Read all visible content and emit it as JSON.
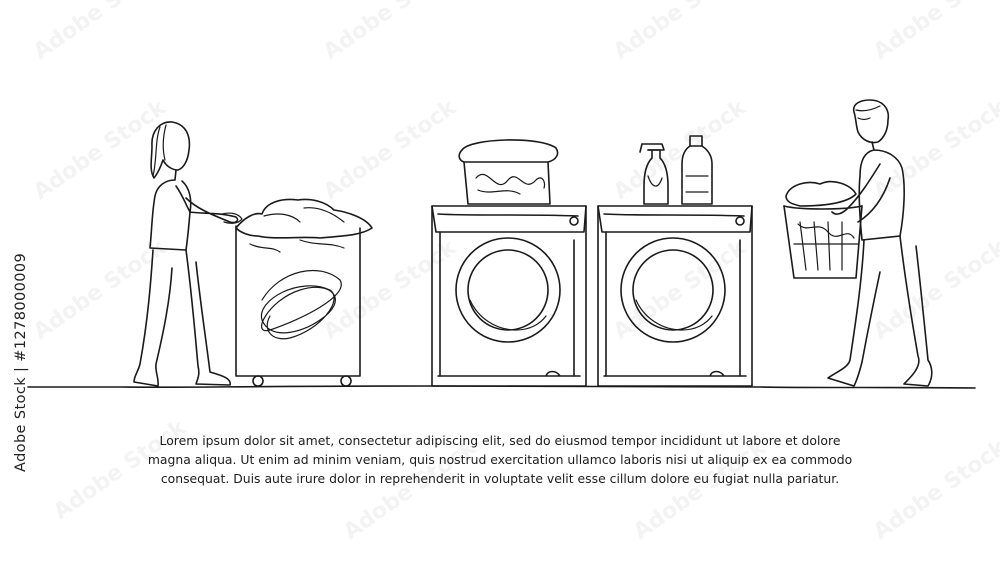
{
  "caption": {
    "lines": [
      "Lorem ipsum dolor sit amet, consectetur adipiscing elit, sed do eiusmod tempor incididunt ut labore et dolore",
      "magna aliqua. Ut enim ad minim veniam, quis nostrud exercitation ullamco laboris nisi ut aliquip ex ea commodo",
      "consequat. Duis aute irure dolor in reprehenderit in voluptate velit esse cillum dolore eu fugiat nulla pariatur."
    ]
  },
  "stock_id": "Adobe Stock | #1278000009",
  "watermark": {
    "text": "Adobe Stock"
  },
  "colors": {
    "background": "#ffffff",
    "line_art": "#1a1a1a",
    "caption_text": "#1c1c1c"
  },
  "illustration": {
    "style": "continuous single-line drawing",
    "subjects": [
      "woman-pushing-laundry-cart",
      "washing-machine-left",
      "washing-machine-right",
      "laundry-basket",
      "spray-bottle",
      "detergent-bottle",
      "man-carrying-laundry-basket"
    ]
  }
}
